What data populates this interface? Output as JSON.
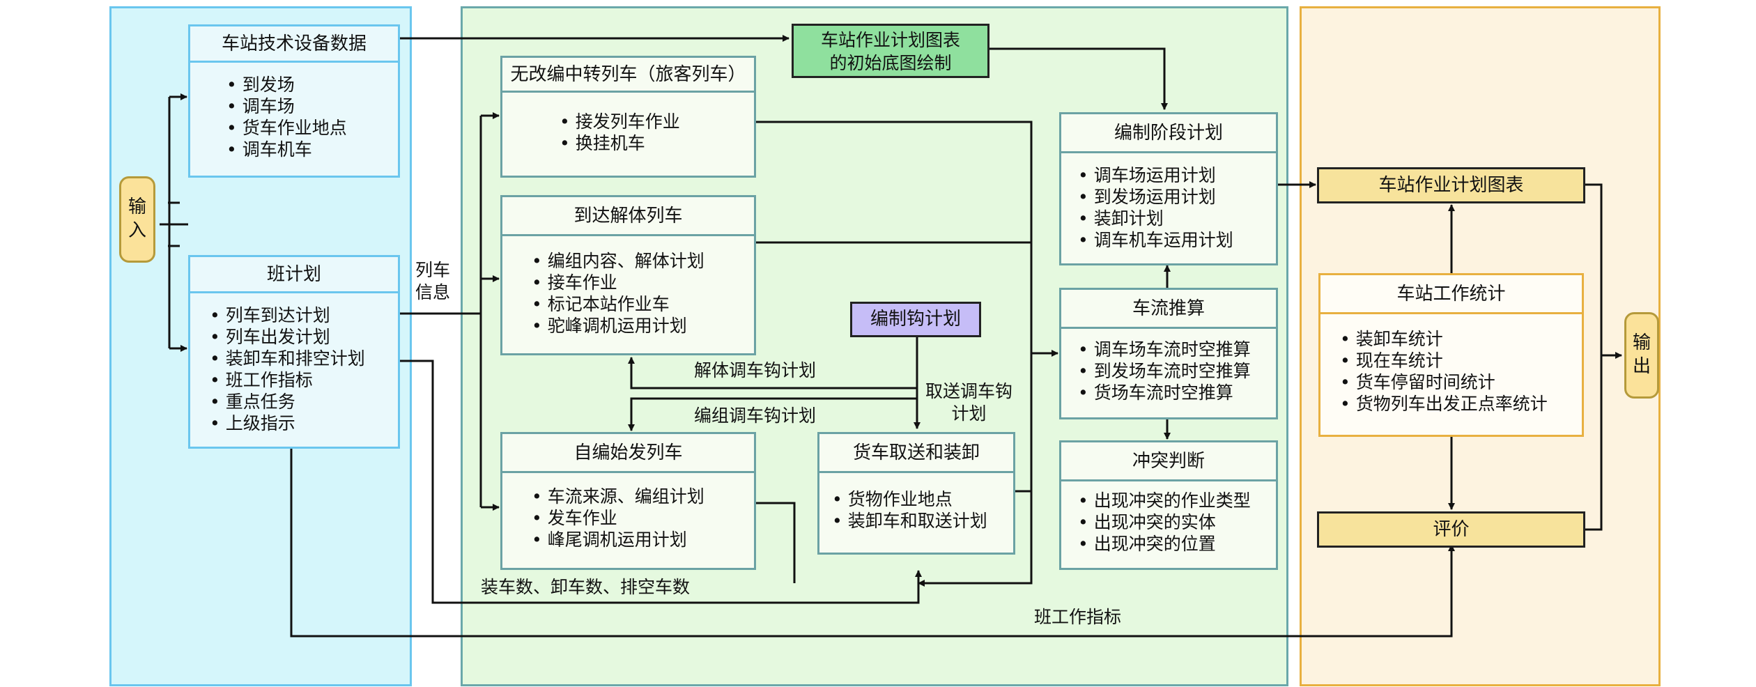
{
  "colors": {
    "input_panel": "#d5f6fb",
    "work_panel": "#e5f9df",
    "output_panel": "#fdf3e0",
    "init_box": "#8fe09e",
    "hook_box": "#c6bdf7",
    "output_box": "#f7e39c",
    "io_pill": "#fbe29a"
  },
  "input_pill": "输入",
  "output_pill": "输出",
  "tech_data": {
    "title": "车站技术设备数据",
    "items": [
      "到发场",
      "调车场",
      "货车作业地点",
      "调车机车"
    ]
  },
  "shift_plan": {
    "title": "班计划",
    "items": [
      "列车到达计划",
      "列车出发计划",
      "装卸车和排空计划",
      "班工作指标",
      "重点任务",
      "上级指示"
    ]
  },
  "init_chart": [
    "车站作业计划图表",
    "的初始底图绘制"
  ],
  "through_train": {
    "title": "无改编中转列车（旅客列车）",
    "items": [
      "接发列车作业",
      "换挂机车"
    ]
  },
  "arrival_train": {
    "title": "到达解体列车",
    "items": [
      "编组内容、解体计划",
      "接车作业",
      "标记本站作业车",
      "驼峰调机运用计划"
    ]
  },
  "hook_plan": "编制钩计划",
  "departure_train": {
    "title": "自编始发列车",
    "items": [
      "车流来源、编组计划",
      "发车作业",
      "峰尾调机运用计划"
    ]
  },
  "wagon_ops": {
    "title": "货车取送和装卸",
    "items": [
      "货物作业地点",
      "装卸车和取送计划"
    ]
  },
  "stage_plan": {
    "title": "编制阶段计划",
    "items": [
      "调车场运用计划",
      "到发场运用计划",
      "装卸计划",
      "调车机车运用计划"
    ]
  },
  "flow_calc": {
    "title": "车流推算",
    "items": [
      "调车场车流时空推算",
      "到发场车流时空推算",
      "货场车流时空推算"
    ]
  },
  "conflict": {
    "title": "冲突判断",
    "items": [
      "出现冲突的作业类型",
      "出现冲突的实体",
      "出现冲突的位置"
    ]
  },
  "station_chart": "车站作业计划图表",
  "station_stats": {
    "title": "车站工作统计",
    "items": [
      "装卸车统计",
      "现在车统计",
      "货车停留时间统计",
      "货物列车出发正点率统计"
    ]
  },
  "evaluation": "评价",
  "labels": {
    "train_info": [
      "列车",
      "信息"
    ],
    "decomp_hook": "解体调车钩计划",
    "compose_hook": "编组调车钩计划",
    "pickup_hook": [
      "取送调车钩",
      "计划"
    ],
    "load_counts": "装车数、卸车数、排空车数",
    "shift_index": "班工作指标"
  }
}
